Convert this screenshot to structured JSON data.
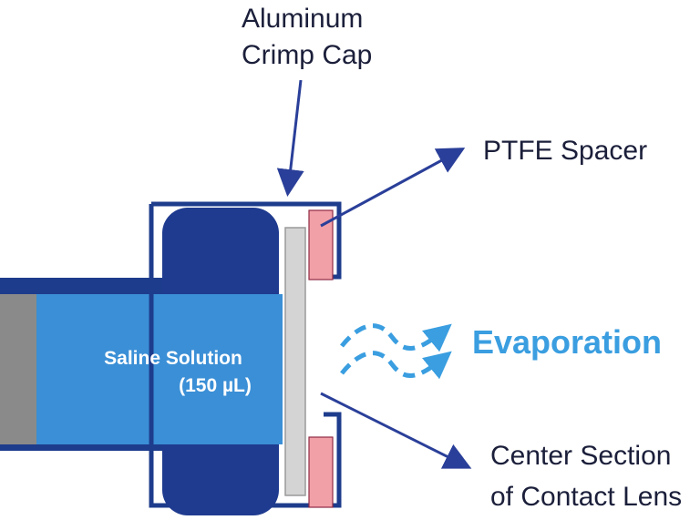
{
  "labels": {
    "crimp_cap_line1": "Aluminum",
    "crimp_cap_line2": "Crimp Cap",
    "spacer": "PTFE Spacer",
    "evaporation": "Evaporation",
    "lens_line1": "Center Section",
    "lens_line2": "of Contact Lens",
    "solution_line1": "Saline Solution",
    "solution_line2": "(150 µL)"
  },
  "colors": {
    "cap": "#1e3c8c",
    "arrow": "#2a3f99",
    "stopper": "#1f3b8f",
    "solution": "#3b8fd6",
    "vial_end": "#8a8a8a",
    "spacer": "#f2a0a8",
    "lens": "#d4d4d4",
    "evaporation": "#3a9ee0",
    "label_text": "#1b1f3a"
  }
}
